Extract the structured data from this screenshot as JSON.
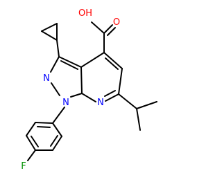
{
  "molecule": {
    "atoms": {
      "hydroxyl": "OH",
      "carbonyl_o": "O",
      "pyrazole_n2": "N",
      "pyrazole_n1": "N",
      "pyridine_n": "N",
      "fluorine": "F"
    },
    "colors": {
      "bond": "#000000",
      "oxygen": "#ff0000",
      "nitrogen": "#0000ff",
      "fluorine": "#009000"
    }
  }
}
